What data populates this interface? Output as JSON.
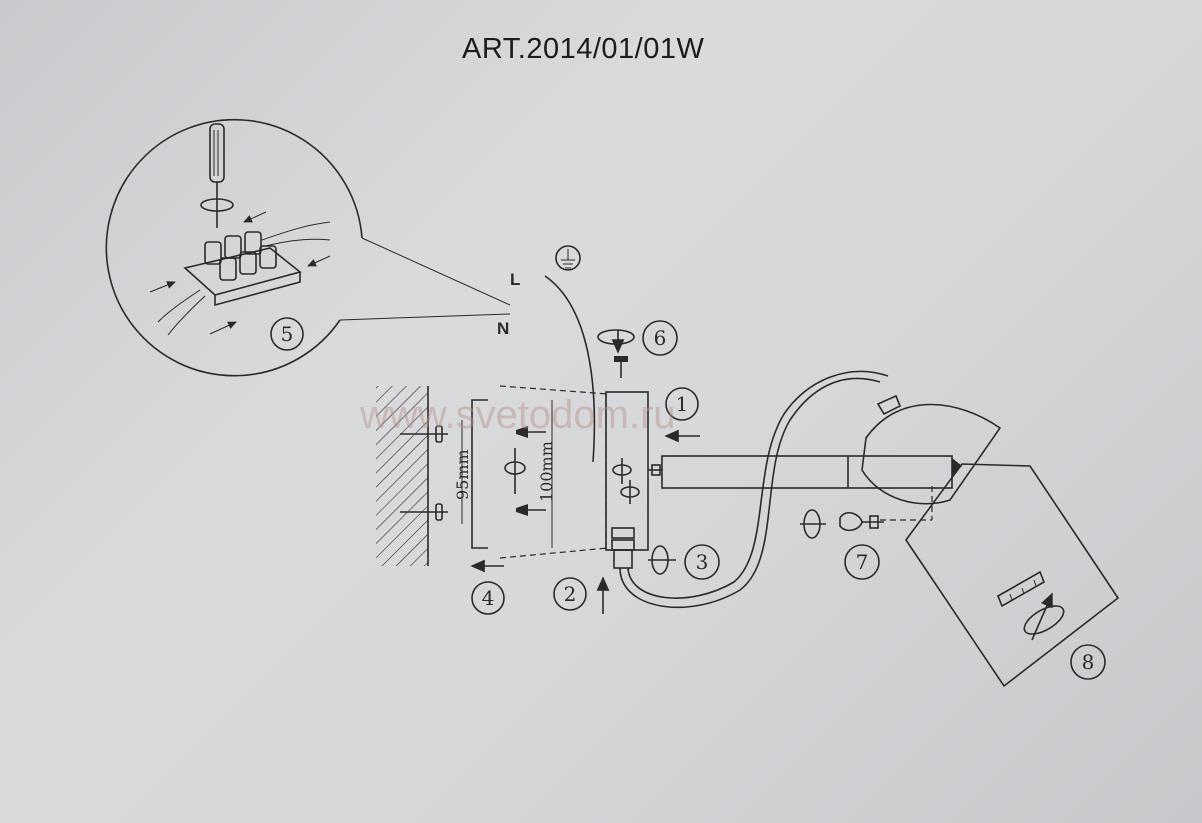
{
  "title": "ART.2014/01/01W",
  "labels": {
    "live": "L",
    "neutral": "N",
    "dim_95": "95mm",
    "dim_100": "100mm"
  },
  "steps": [
    "1",
    "2",
    "3",
    "4",
    "5",
    "6",
    "7",
    "8"
  ],
  "watermark": "www.svetodom.ru",
  "colors": {
    "ink": "#2a2a2a",
    "paper": "#d6d7d9",
    "watermark": "#b8928a"
  },
  "icons": [
    "screwdriver-icon",
    "earth-ground-icon",
    "rotate-arrow-icon",
    "screw-icon"
  ]
}
